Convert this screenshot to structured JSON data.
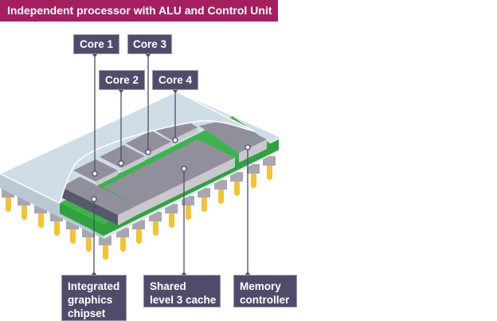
{
  "title": "Independent processor with ALU and Control Unit",
  "colors": {
    "title_bg": "#a41f5f",
    "label_bg": "#4f4c6b",
    "die_top": "#928f9d",
    "die_side": "#56596a",
    "die_front": "#c9c8cf",
    "substrate": "#3bb54a",
    "package": "#cfdde6",
    "pins": "#f5c232"
  },
  "labels": {
    "core1": "Core 1",
    "core2": "Core 2",
    "core3": "Core 3",
    "core4": "Core 4",
    "graphics": [
      "Integrated",
      "graphics",
      "chipset"
    ],
    "l3cache": [
      "Shared",
      "level 3 cache"
    ],
    "memory": [
      "Memory",
      "controller"
    ]
  }
}
